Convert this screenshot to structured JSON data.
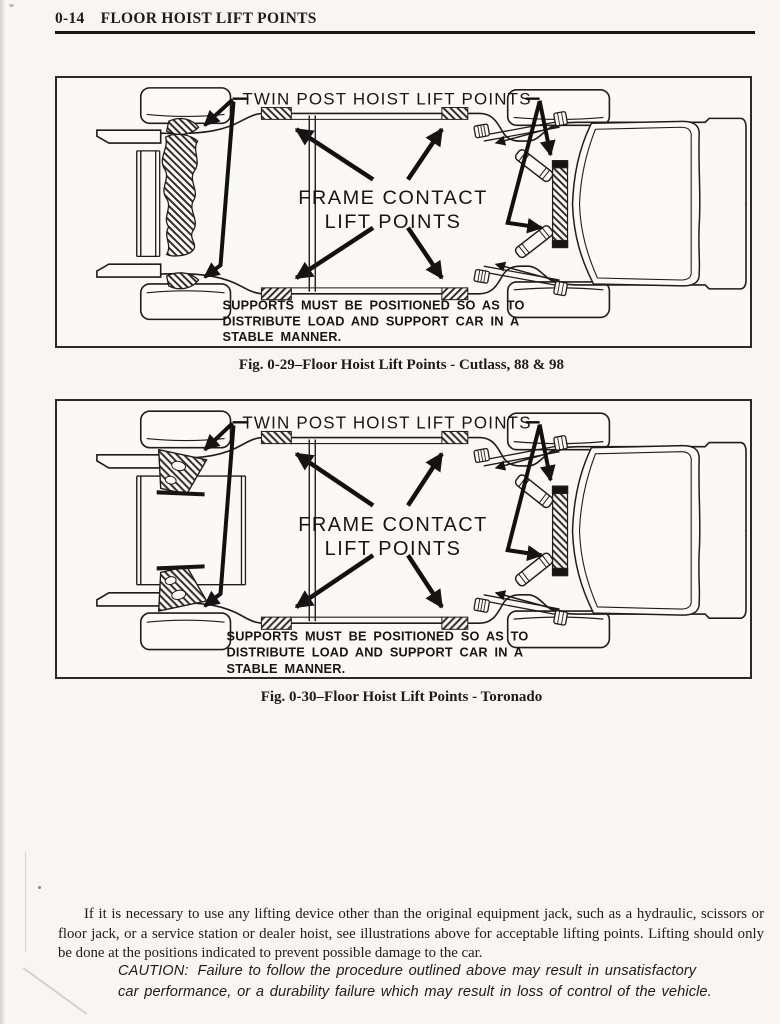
{
  "page_header": {
    "section_number": "0-14",
    "title": "FLOOR HOIST LIFT POINTS"
  },
  "figures": [
    {
      "caption": "Fig. 0-29–Floor Hoist Lift Points - Cutlass, 88 & 98",
      "labels": {
        "twin_post": "TWIN POST HOIST LIFT POINTS",
        "frame_contact_line1": "FRAME CONTACT",
        "frame_contact_line2": "LIFT POINTS",
        "supports_line1": "SUPPORTS MUST BE POSITIONED SO AS TO",
        "supports_line2": "DISTRIBUTE LOAD AND SUPPORT CAR IN A",
        "supports_line3": "STABLE MANNER."
      }
    },
    {
      "caption": "Fig. 0-30–Floor Hoist Lift Points - Toronado",
      "labels": {
        "twin_post": "TWIN POST HOIST LIFT POINTS",
        "frame_contact_line1": "FRAME CONTACT",
        "frame_contact_line2": "LIFT POINTS",
        "supports_line1": "SUPPORTS MUST BE POSITIONED SO AS TO",
        "supports_line2": "DISTRIBUTE LOAD AND SUPPORT CAR IN A",
        "supports_line3": "STABLE MANNER."
      }
    }
  ],
  "body_text": {
    "paragraph": "If it is necessary to use any lifting device other than the original equipment jack, such as a hydraulic, scissors or floor jack, or a service station or dealer hoist, see illustrations above for acceptable lifting points. Lifting should only be done at the positions indicated to prevent possible damage to the car.",
    "caution_prefix": "CAUTION:",
    "caution_text": "Failure to follow the procedure outlined above may result in unsatisfactory car performance, or a durability failure which may result in loss of control of the vehicle."
  },
  "colors": {
    "ink": "#1c1c1c",
    "paper": "#f7f6f2"
  }
}
